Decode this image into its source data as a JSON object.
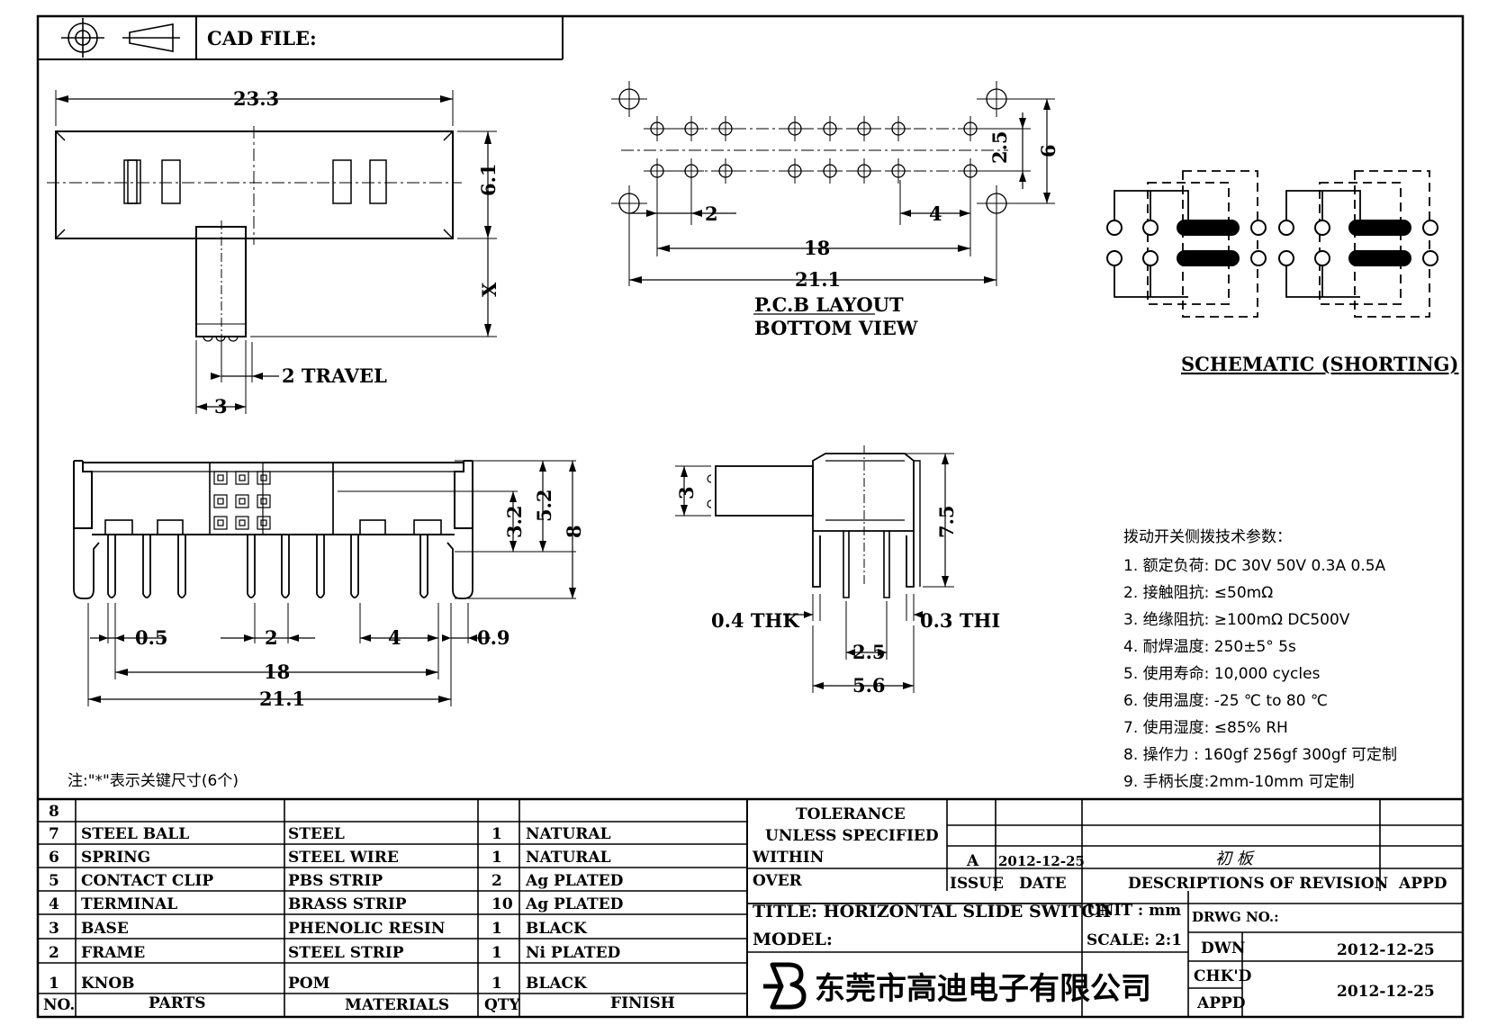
{
  "header": {
    "cad_file": "CAD FILE:"
  },
  "top_view": {
    "width": "23.3",
    "height": "6.1",
    "knob_length": "X",
    "travel": "2 TRAVEL",
    "knob_width": "3"
  },
  "pcb": {
    "pin_pitch_y": "2.5",
    "mount_y": "6",
    "pin_pitch": "2",
    "group_pitch": "4",
    "pin_span": "18",
    "mount_span": "21.1",
    "title_line1": "P.C.B LAYOUT",
    "title_line2": "BOTTOM VIEW"
  },
  "schematic": {
    "title": "SCHEMATIC (SHORTING)"
  },
  "front_view": {
    "dim_32": "3.2",
    "dim_52": "5.2",
    "dim_8": "8",
    "dim_05": "0.5",
    "dim_2": "2",
    "dim_4": "4",
    "dim_09": "0.9",
    "dim_18": "18",
    "dim_211": "21.1"
  },
  "side_view": {
    "dim_3": "3",
    "dim_75": "7.5",
    "thk_left": "0.4 THK",
    "thk_right": "0.3 THI",
    "dim_25": "2.5",
    "dim_56": "5.6"
  },
  "specs": {
    "title": "拨动开关侧拨技术参数：",
    "items": [
      "1.  额定负荷: DC 30V    50V    0.3A    0.5A",
      "2.  接触阻抗:  ≤50mΩ",
      "3.  绝缘阻抗:  ≥100mΩ   DC500V",
      "4.  耐焊温度: 250±5°  5s",
      "5.  使用寿命: 10,000 cycles",
      "6.  使用温度: -25  ℃  to 80  ℃",
      "7.  使用湿度:  ≤85% RH",
      "8.  操作力 : 160gf    256gf    300gf  可定制",
      "9.  手柄长度:2mm-10mm   可定制"
    ]
  },
  "note": "注:\"*\"表示关键尺寸(6个)",
  "bom": {
    "rows": [
      {
        "no": "8",
        "part": "",
        "material": "",
        "qty": "",
        "finish": ""
      },
      {
        "no": "7",
        "part": "STEEL BALL",
        "material": "STEEL",
        "qty": "1",
        "finish": "NATURAL"
      },
      {
        "no": "6",
        "part": "SPRING",
        "material": "STEEL WIRE",
        "qty": "1",
        "finish": "NATURAL"
      },
      {
        "no": "5",
        "part": "CONTACT CLIP",
        "material": "PBS STRIP",
        "qty": "2",
        "finish": "Ag PLATED"
      },
      {
        "no": "4",
        "part": "TERMINAL",
        "material": "BRASS STRIP",
        "qty": "10",
        "finish": "Ag PLATED"
      },
      {
        "no": "3",
        "part": "BASE",
        "material": "PHENOLIC RESIN",
        "qty": "1",
        "finish": "BLACK"
      },
      {
        "no": "2",
        "part": "FRAME",
        "material": "STEEL STRIP",
        "qty": "1",
        "finish": "Ni PLATED"
      },
      {
        "no": "1",
        "part": "KNOB",
        "material": "POM",
        "qty": "1",
        "finish": "BLACK"
      }
    ],
    "headers": {
      "no": "NO.",
      "parts": "PARTS",
      "materials": "MATERIALS",
      "qty": "QTY",
      "finish": "FINISH"
    }
  },
  "title_block": {
    "tolerance_1": "TOLERANCE",
    "tolerance_2": "UNLESS   SPECIFIED",
    "within": "WITHIN",
    "over": "OVER",
    "issue_value": "A",
    "date_value": "2012-12-25",
    "revision_desc": "初 板",
    "issue_label": "ISSUE",
    "date_label": "DATE",
    "desc_label": "DESCRIPTIONS OF REVISION",
    "appd_label": "APPD",
    "title": "TITLE: HORIZONTAL SLIDE SWITCH",
    "unit": "UNIT : mm",
    "drwg_no": "DRWG NO.:",
    "model": "MODEL:",
    "scale": "SCALE: 2:1",
    "dwn": "DWN",
    "dwn_date": "2012-12-25",
    "chkd": "CHK'D",
    "appd": "APPD",
    "chkd_date": "2012-12-25",
    "company": "东莞市高迪电子有限公司"
  }
}
